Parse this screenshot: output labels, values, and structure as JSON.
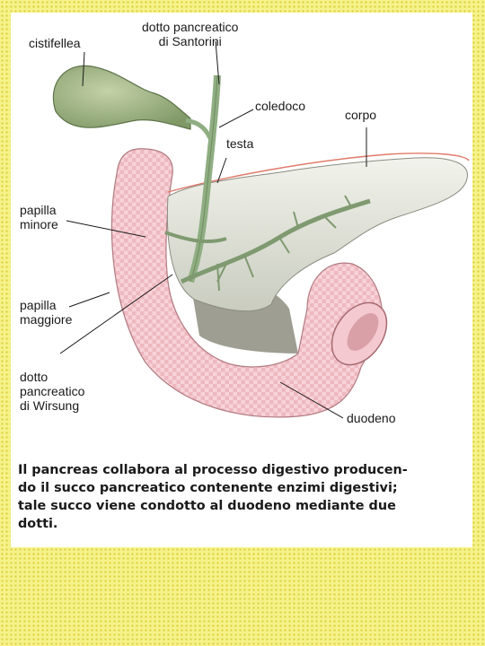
{
  "labels": {
    "cistifellea": "cistifellea",
    "dotto_santorini": "dotto pancreatico\ndi Santorini",
    "coledoco": "coledoco",
    "corpo": "corpo",
    "testa": "testa",
    "papilla_minore": "papilla\nminore",
    "papilla_maggiore": "papilla\nmaggiore",
    "dotto_wirsung": "dotto\npancreatico\ndi Wirsung",
    "duodeno": "duodeno"
  },
  "caption": "Il pancreas collabora al processo digestivo producen-\ndo il succo pancreatico contenente enzimi digestivi;\ntale succo viene condotto al duodeno mediante due\ndotti.",
  "colors": {
    "page_background": "#f6f28a",
    "panel": "#ffffff",
    "duodenum": "#f4c9cf",
    "pancreas": "#e4e6da",
    "gallbladder": "#a9bb8e",
    "ducts": "#8fae82",
    "outline_red": "#e07a6a"
  }
}
